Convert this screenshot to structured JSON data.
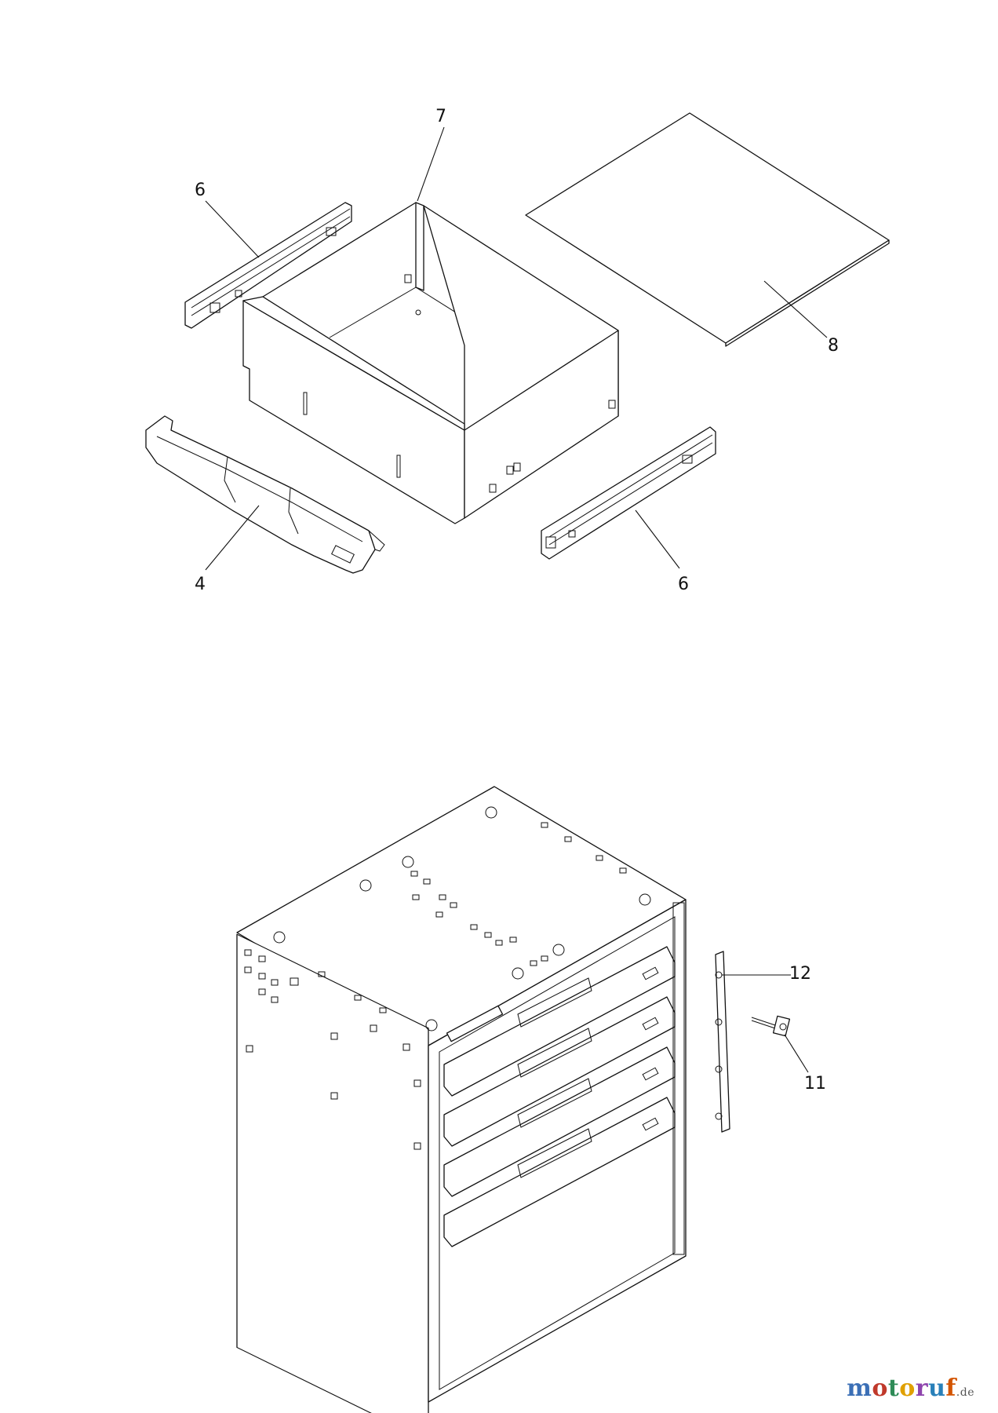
{
  "callouts": {
    "c4": "4",
    "c6a": "6",
    "c6b": "6",
    "c7": "7",
    "c8": "8",
    "c11": "11",
    "c12": "12"
  },
  "watermark": {
    "word": "motoruf",
    "suffix": ".de",
    "letter_colors": [
      "#3b6fb6",
      "#c0392b",
      "#2e8b57",
      "#e0a000",
      "#8e44ad",
      "#2980b9",
      "#d35400"
    ]
  }
}
